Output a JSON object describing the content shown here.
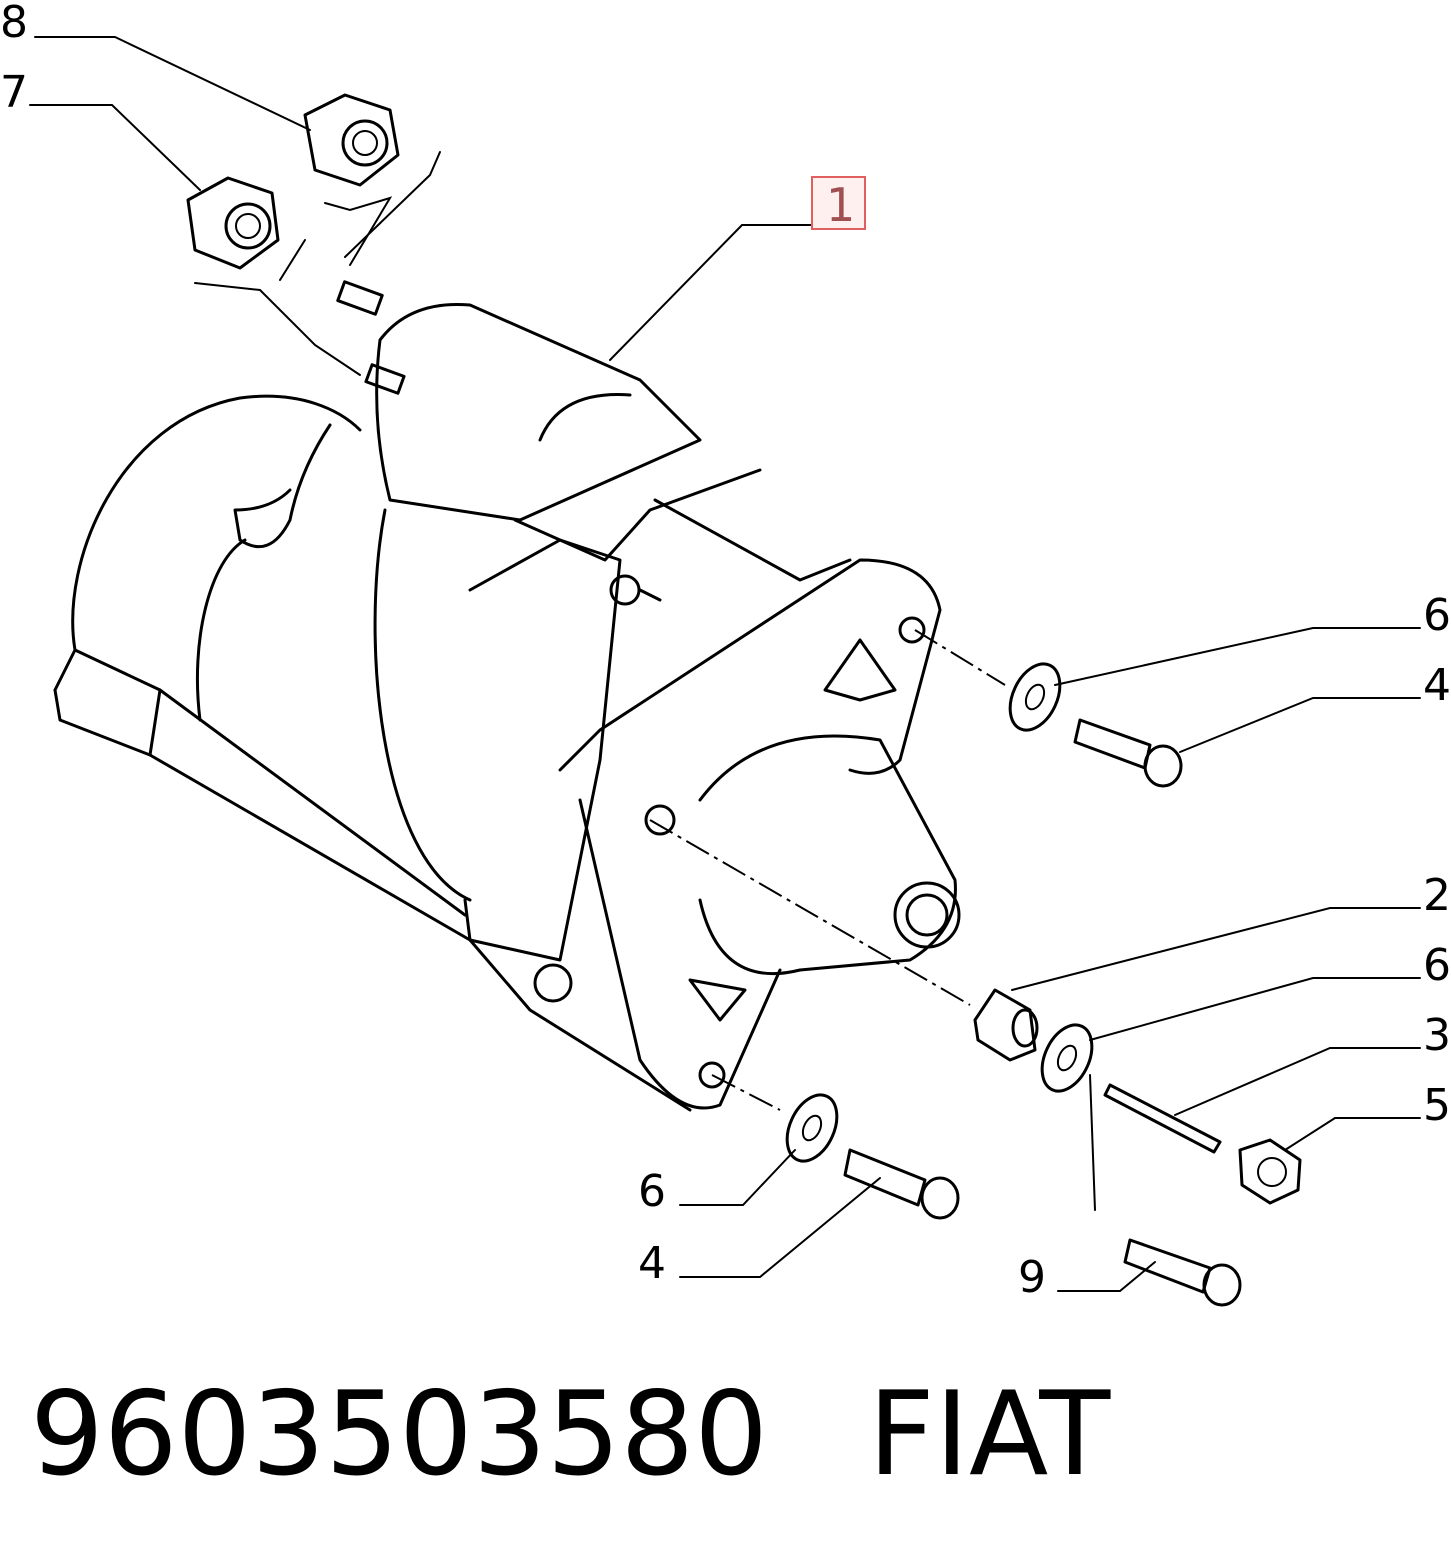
{
  "callouts": {
    "c8": "8",
    "c7": "7",
    "c1": "1",
    "c6a": "6",
    "c4a": "4",
    "c2": "2",
    "c6b": "6",
    "c3": "3",
    "c5": "5",
    "c6c": "6",
    "c4b": "4",
    "c9": "9"
  },
  "caption": {
    "part_number": "9603503580",
    "brand": "FIAT"
  },
  "colors": {
    "line": "#000000",
    "highlight_border": "#e06060",
    "highlight_fill": "#fff0f0"
  }
}
